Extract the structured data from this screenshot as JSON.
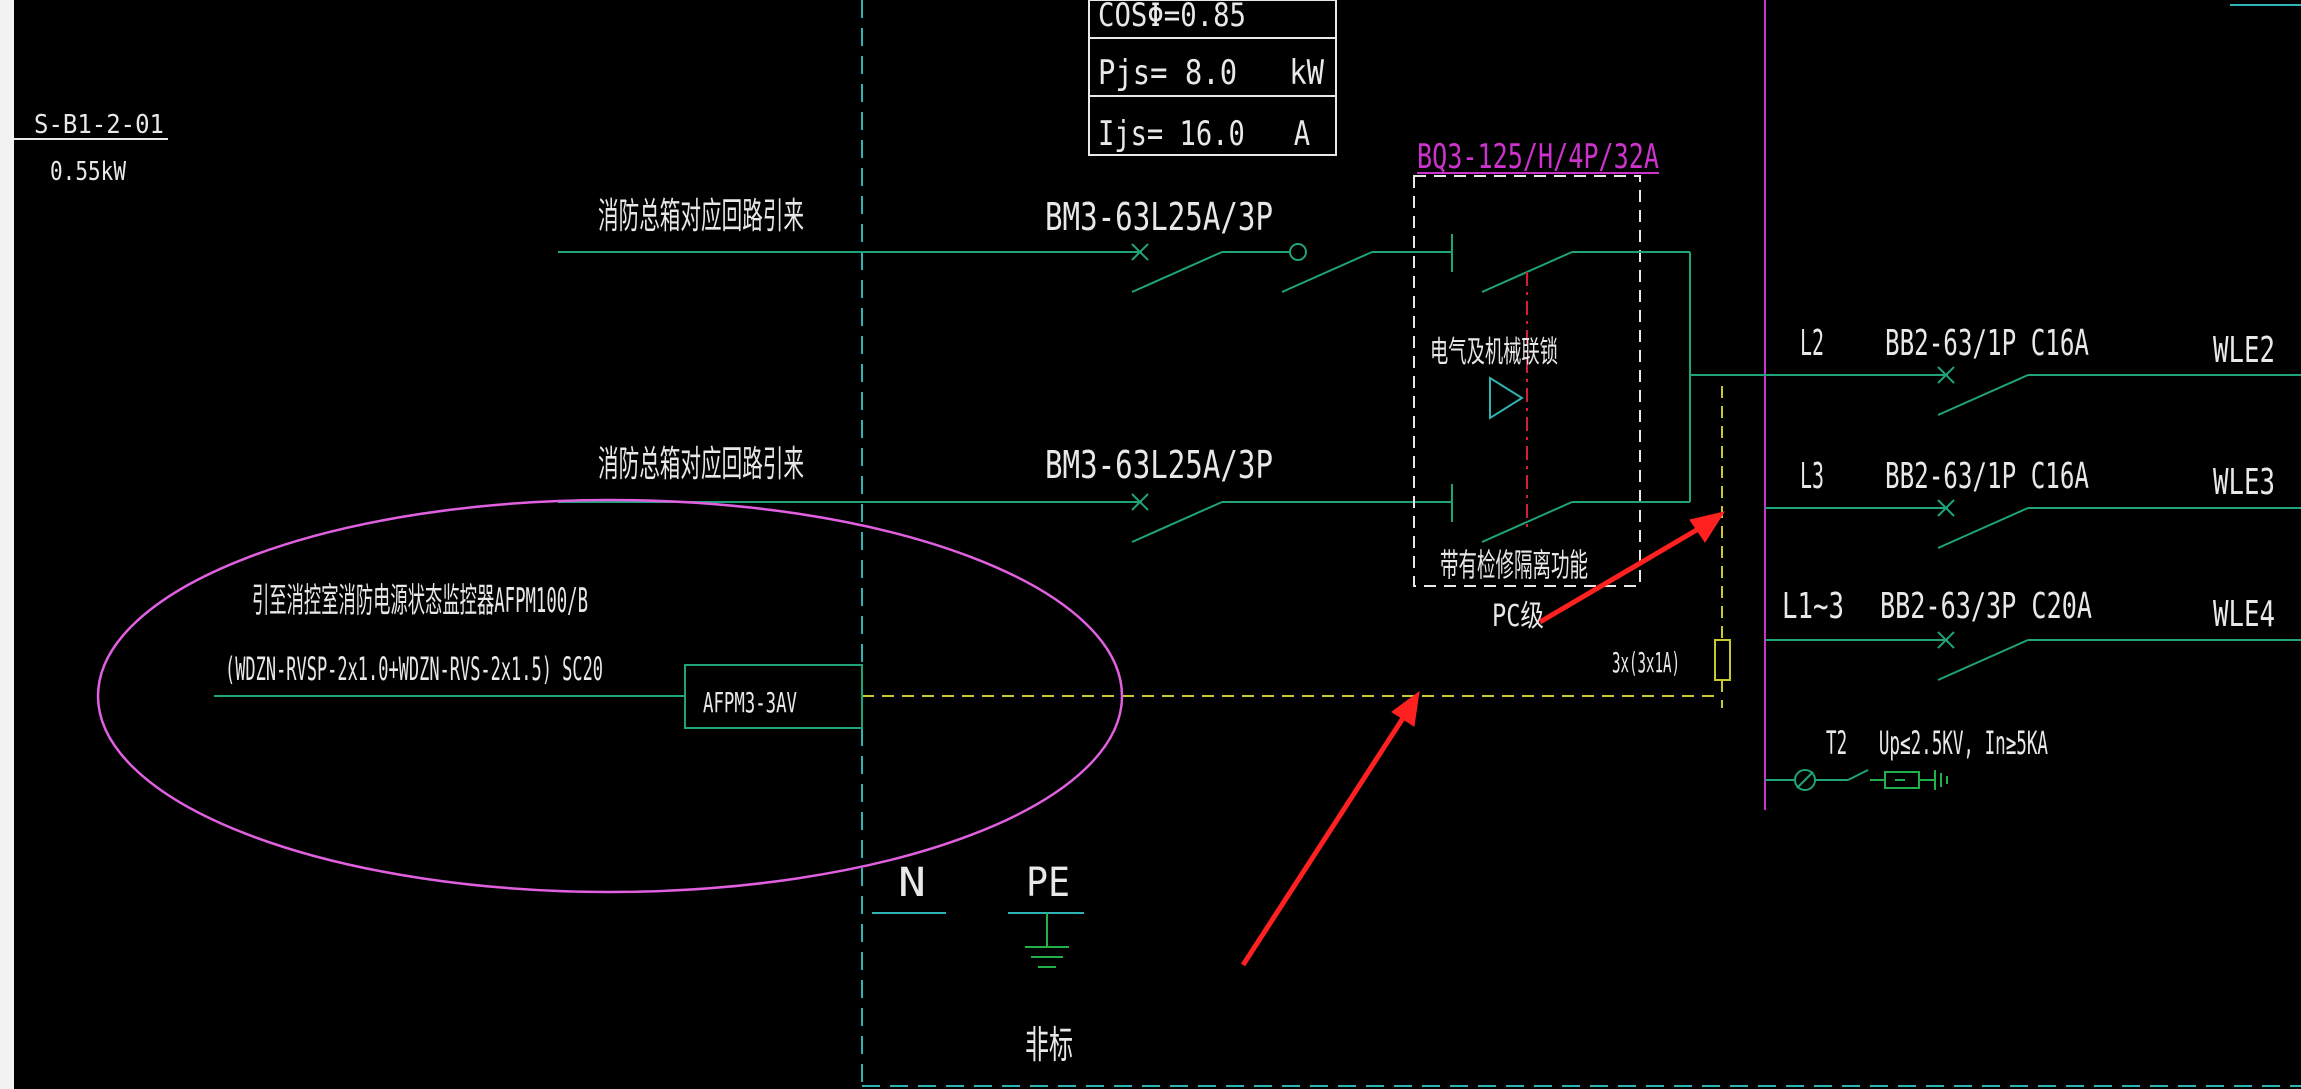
{
  "colors": {
    "background": "#000000",
    "wire_green": "#1fa37a",
    "boundary_cyan": "#2fb3b3",
    "bus_magenta": "#cc33cc",
    "control_yellow": "#c8c830",
    "interlock_red": "#d02030",
    "arrow_red": "#ff2020",
    "text_white": "#e8e8e8",
    "ellipse_violet": "#e060e0",
    "green_symbol": "#22b04a"
  },
  "load_label": {
    "code": "S-B1-2-01",
    "power": "0.55kW"
  },
  "calc_table": {
    "cos": "COSΦ=0.85",
    "pjs": "Pjs= 8.0   kW",
    "ijs": "Ijs= 16.0   A"
  },
  "incoming": [
    {
      "source": "消防总箱对应回路引来",
      "breaker": "BM3-63L25A/3P"
    },
    {
      "source": "消防总箱对应回路引来",
      "breaker": "BM3-63L25A/3P"
    }
  ],
  "ats": {
    "model": "BQ3-125/H/4P/32A",
    "interlock": "电气及机械联锁",
    "isolation": "带有检修隔离功能",
    "grade": "PC级"
  },
  "monitor": {
    "target": "引至消控室消防电源状态监控器AFPM100/B",
    "cable": "(WDZN-RVSP-2x1.0+WDZN-RVS-2x1.5) SC20",
    "module": "AFPM3-3AV"
  },
  "fuse_label": "3x(3x1A)",
  "outgoing": [
    {
      "phase": "L2",
      "breaker": "BB2-63/1P C16A",
      "circuit": "WLE2"
    },
    {
      "phase": "L3",
      "breaker": "BB2-63/1P C16A",
      "circuit": "WLE3"
    },
    {
      "phase": "L1~3",
      "breaker": "BB2-63/3P C20A",
      "circuit": "WLE4"
    }
  ],
  "spd": {
    "label": "T2   Up≤2.5KV, In≥5KA"
  },
  "terminals": {
    "n": "N",
    "pe": "PE",
    "note": "非标"
  }
}
